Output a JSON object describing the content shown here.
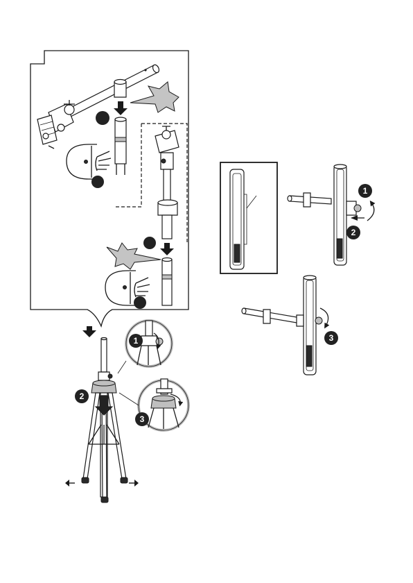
{
  "colors": {
    "ink": "#1a1a1a",
    "badge_fill": "#222222",
    "badge_text": "#ffffff",
    "impact_star": "#c4c4c4",
    "highlight_ring": "#bdbdbd",
    "background": "#ffffff"
  },
  "icons": [
    "tripod-stand-icon",
    "pole-icon",
    "crossbar-clamp-icon",
    "light-bar-icon",
    "hand-press-icon",
    "impact-star-icon",
    "down-arrow-icon",
    "rotate-arrow-icon",
    "left-arrow-icon",
    "right-arrow-icon",
    "thumb-screw-icon"
  ],
  "steps": {
    "tripod": [
      "1",
      "2",
      "3"
    ],
    "light_bar_mount": [
      "1",
      "2"
    ],
    "light_bar_tighten": [
      "3"
    ]
  }
}
